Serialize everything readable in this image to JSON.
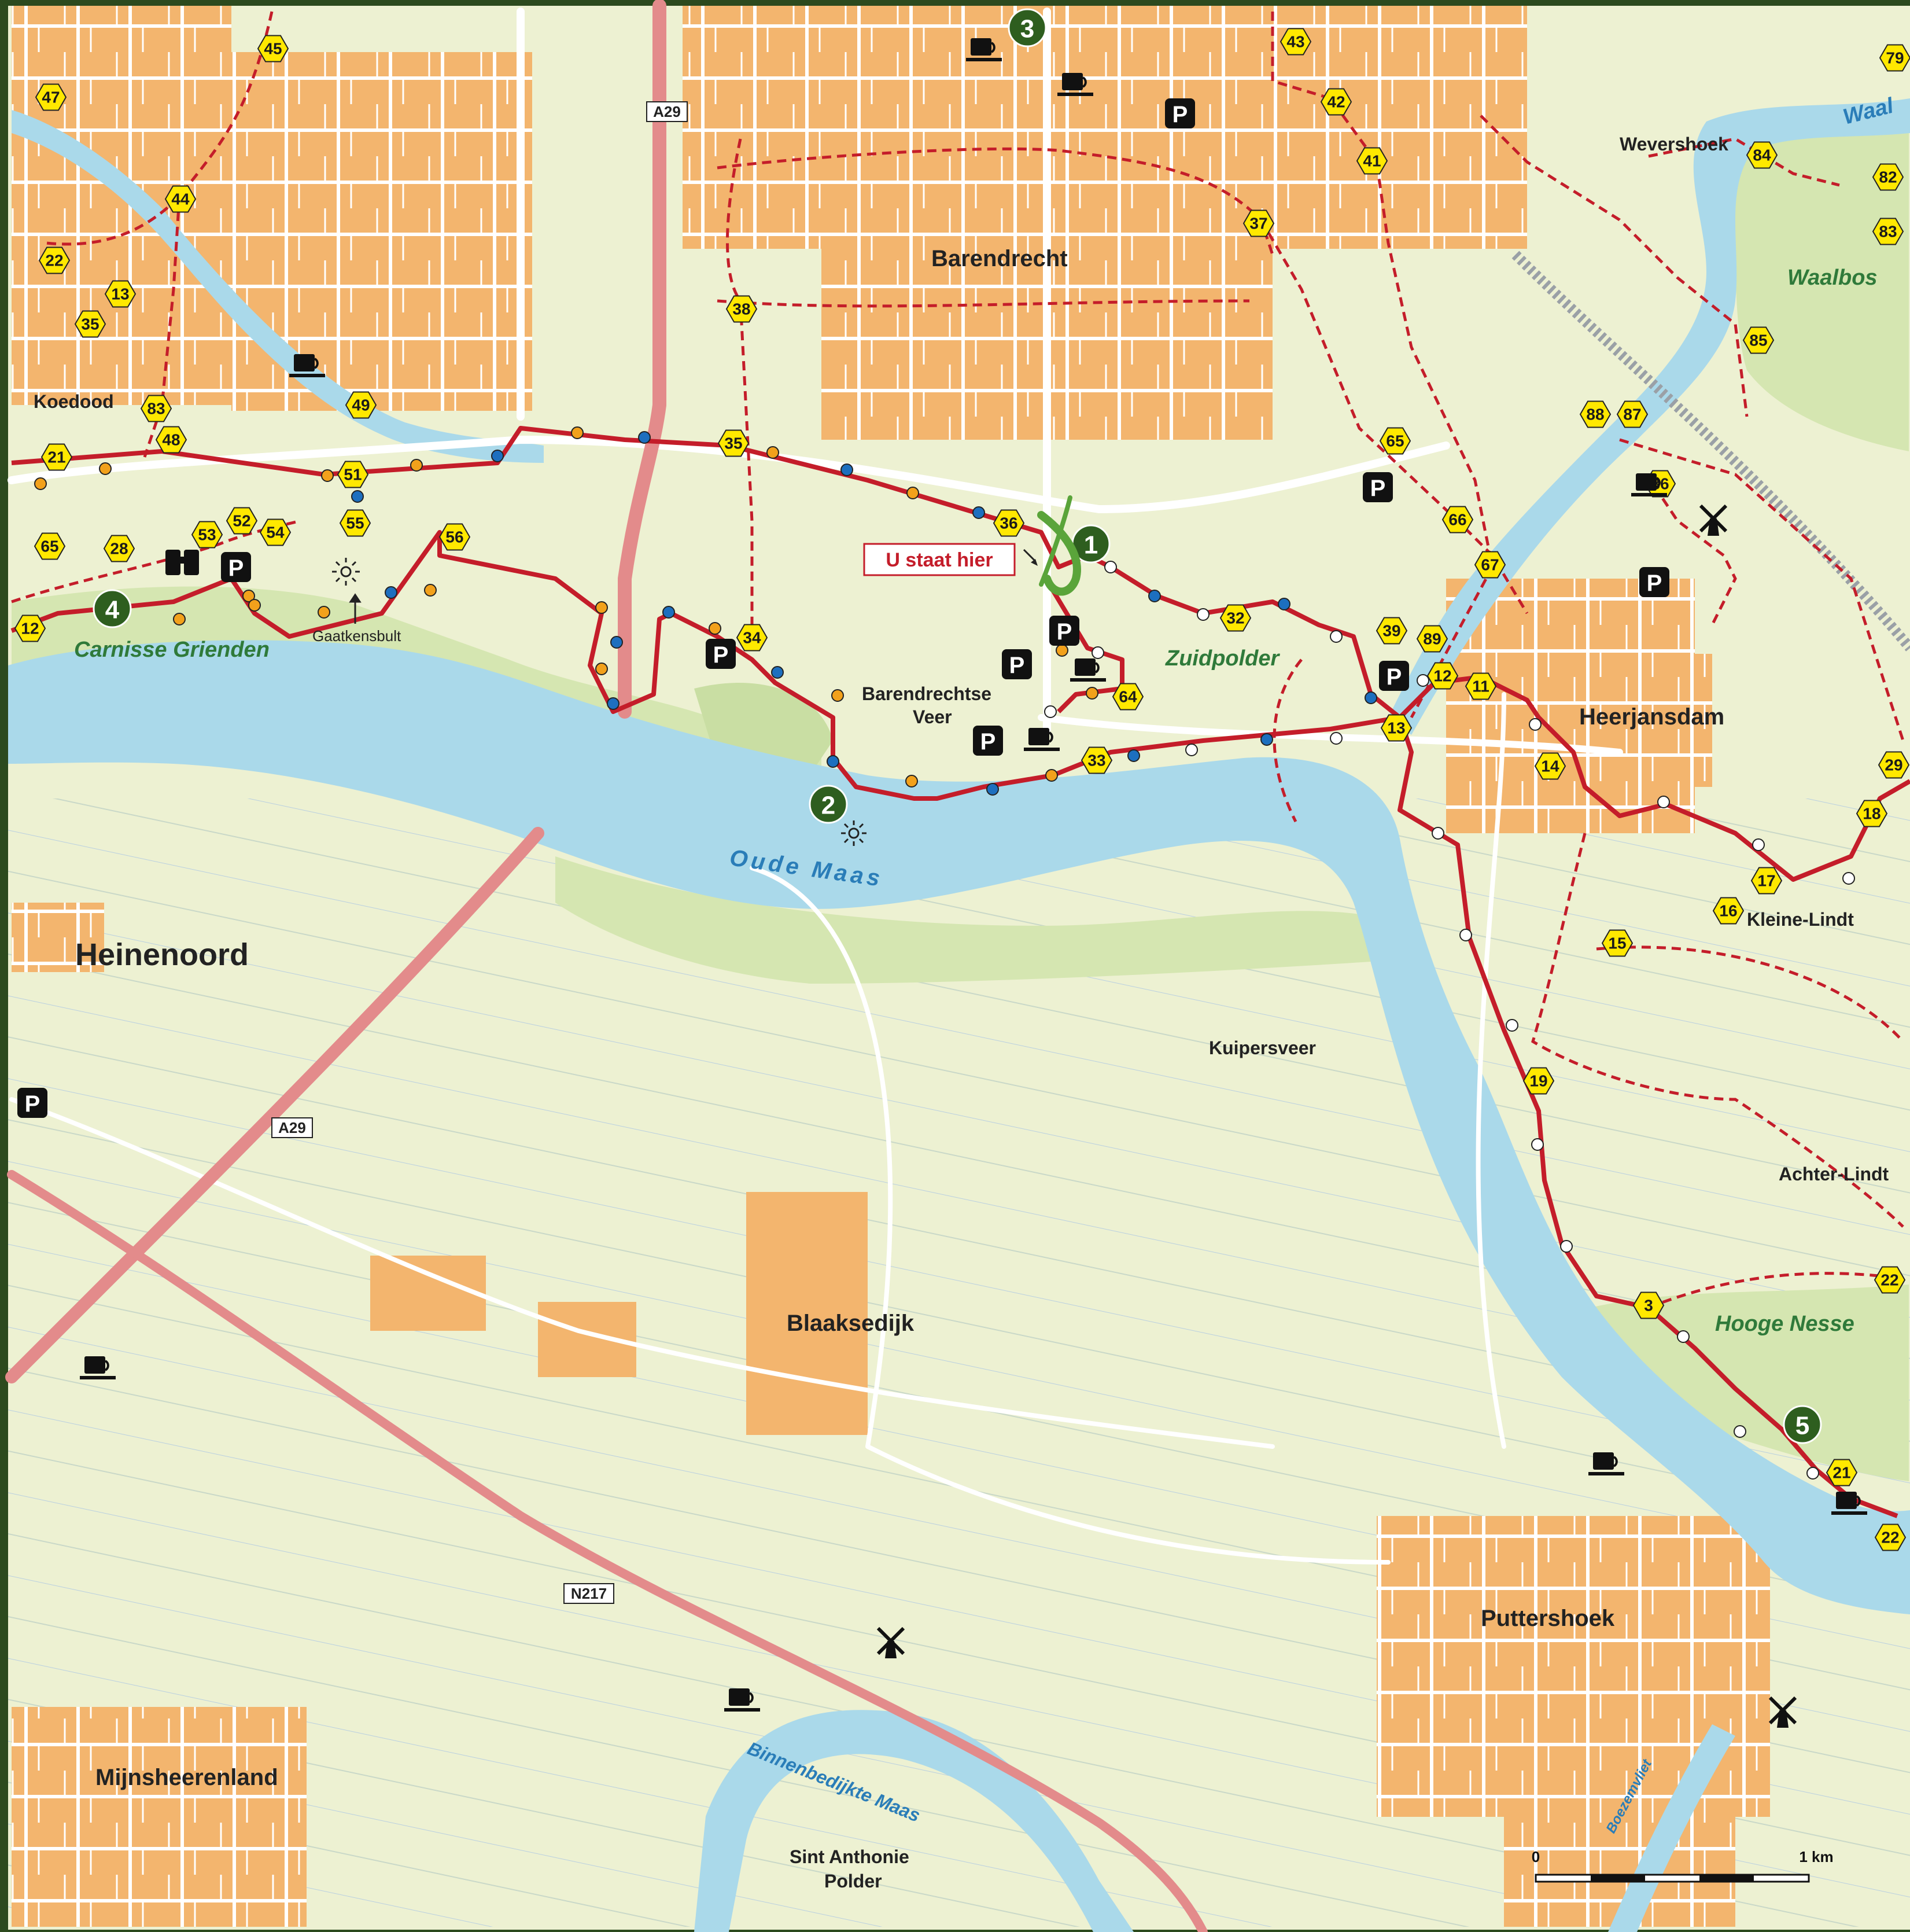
{
  "map": {
    "places": [
      {
        "id": "barendrecht",
        "text": "Barendrecht"
      },
      {
        "id": "heerjansdam",
        "text": "Heerjansdam"
      },
      {
        "id": "heinenoord",
        "text": "Heinenoord"
      },
      {
        "id": "blaaksedijk",
        "text": "Blaaksedijk"
      },
      {
        "id": "puttershoek",
        "text": "Puttershoek"
      },
      {
        "id": "mijnsheerenland",
        "text": "Mijnsheerenland"
      },
      {
        "id": "kuipersveer",
        "text": "Kuipersveer"
      },
      {
        "id": "koedood",
        "text": "Koedood"
      },
      {
        "id": "wevershoek",
        "text": "Wevershoek"
      },
      {
        "id": "kleine-lindt",
        "text": "Kleine-Lindt"
      },
      {
        "id": "achter-lindt",
        "text": "Achter-Lindt"
      },
      {
        "id": "gaatkensbult",
        "text": "Gaatkensbult"
      },
      {
        "id": "barendrechtse-veer-1",
        "text": "Barendrechtse"
      },
      {
        "id": "barendrechtse-veer-2",
        "text": "Veer"
      },
      {
        "id": "sint-anthonie-1",
        "text": "Sint Anthonie"
      },
      {
        "id": "sint-anthonie-2",
        "text": "Polder"
      }
    ],
    "areas": [
      {
        "id": "zuidpolder",
        "text": "Zuidpolder"
      },
      {
        "id": "waalbos",
        "text": "Waalbos"
      },
      {
        "id": "carnisse",
        "text": "Carnisse Grienden"
      },
      {
        "id": "hooge-nesse",
        "text": "Hooge Nesse"
      }
    ],
    "waters": [
      {
        "id": "oude-maas",
        "text": "Oude Maas"
      },
      {
        "id": "binnenbedijkte",
        "text": "Binnenbedijkte Maas"
      },
      {
        "id": "waal",
        "text": "Waal"
      },
      {
        "id": "boezemvliet",
        "text": "Boezemvliet"
      }
    ],
    "roads": [
      "A29",
      "A29",
      "N217"
    ],
    "you_are_here": "U staat hier",
    "poi_numbers": [
      "1",
      "2",
      "3",
      "4",
      "5"
    ],
    "junctions": [
      "45",
      "43",
      "79",
      "47",
      "42",
      "41",
      "84",
      "82",
      "44",
      "37",
      "83",
      "22",
      "13",
      "35",
      "38",
      "85",
      "83",
      "48",
      "49",
      "35",
      "65",
      "88",
      "87",
      "21",
      "51",
      "86",
      "65",
      "28",
      "53",
      "52",
      "54",
      "55",
      "56",
      "36",
      "66",
      "67",
      "12",
      "34",
      "32",
      "39",
      "89",
      "12",
      "11",
      "64",
      "13",
      "33",
      "14",
      "29",
      "18",
      "17",
      "16",
      "15",
      "19",
      "3",
      "21",
      "22",
      "22"
    ],
    "parking_label": "P",
    "scale": {
      "left": "0",
      "right": "1 km"
    },
    "colors": {
      "land": "#edf1d2",
      "built": "#f3b56e",
      "river": "#aad9ea",
      "green": "#d5e6b1",
      "route": "#c41d2a",
      "route_dashed": "#c41d2a",
      "junction": "#ffe800",
      "poi": "#2e5e1f",
      "road": "#ffffff",
      "motorway": "#e38b8b",
      "frame": "#2c4a1e"
    }
  }
}
